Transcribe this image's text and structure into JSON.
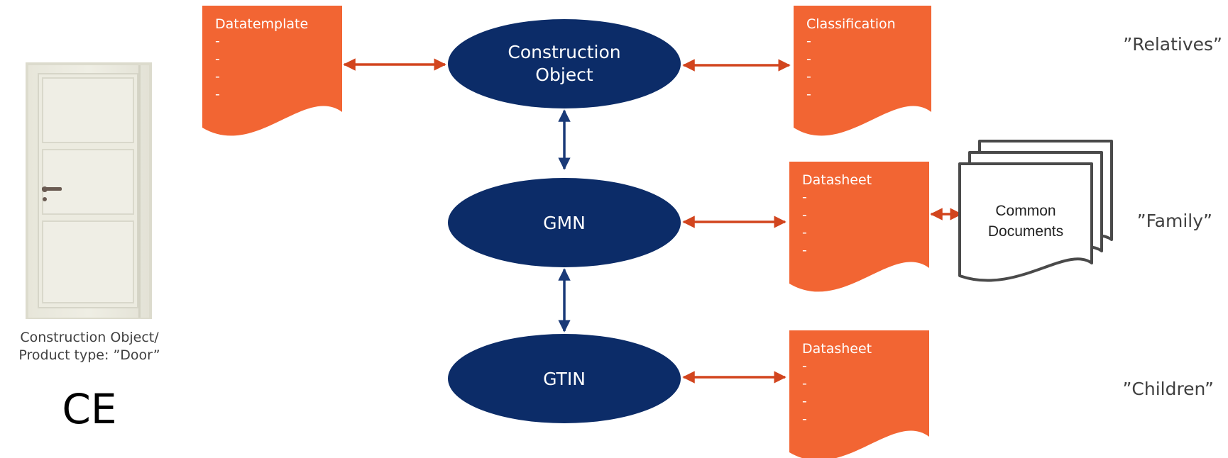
{
  "colors": {
    "node_fill": "#0c2c68",
    "doc_fill": "#f26533",
    "arrow_orange": "#d2451e",
    "arrow_blue": "#1a3a78",
    "text_gray": "#404040"
  },
  "nodes": {
    "construction_object": {
      "line1": "Construction",
      "line2": "Object"
    },
    "gmn": {
      "label": "GMN"
    },
    "gtin": {
      "label": "GTIN"
    }
  },
  "docs": {
    "datatemplate": {
      "title": "Datatemplate",
      "dash": "-"
    },
    "classification": {
      "title": "Classification",
      "dash": "-"
    },
    "datasheet_gmn": {
      "title": "Datasheet",
      "dash": "-"
    },
    "datasheet_gtin": {
      "title": "Datasheet",
      "dash": "-"
    }
  },
  "common_documents": {
    "line1": "Common",
    "line2": "Documents"
  },
  "side_labels": {
    "relatives": "”Relatives”",
    "family": "”Family”",
    "children": "”Children”"
  },
  "door_caption": {
    "line1": "Construction Object/",
    "line2": "Product type: ”Door”"
  },
  "ce_mark": "CE",
  "icons": [
    "door-image",
    "ce-mark-icon",
    "document-stack-icon"
  ]
}
